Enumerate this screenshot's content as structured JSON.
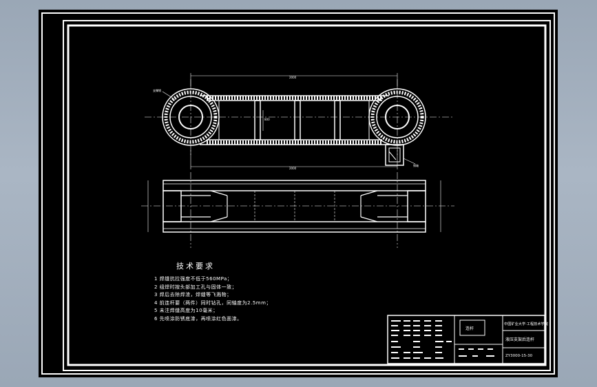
{
  "drawing": {
    "dimensions": {
      "top_length": "2000",
      "bottom_length": "2000",
      "vertical": "800"
    },
    "callouts": {
      "left": "支撑销",
      "right": "销轴"
    }
  },
  "tech": {
    "title": "技术要求",
    "lines": [
      "1 焊缝抗拉强度不低于560MPa；",
      "2 组焊时按头部加工孔与固体一致；",
      "3 焊后去除焊渣，焊缝等飞溅物；",
      "4 前连杆要（两件）同时钻孔，同轴度为2.5mm；",
      "5 未注焊缝高度为10毫米；",
      "6 先喷涂防锈底漆，再喷涂红色面漆。"
    ]
  },
  "title_block": {
    "part_name": "连杆",
    "school": "中国矿业大学·工程技术学院",
    "designation": "液压支架后连杆",
    "drawing_no": "ZY3000-15-30"
  }
}
